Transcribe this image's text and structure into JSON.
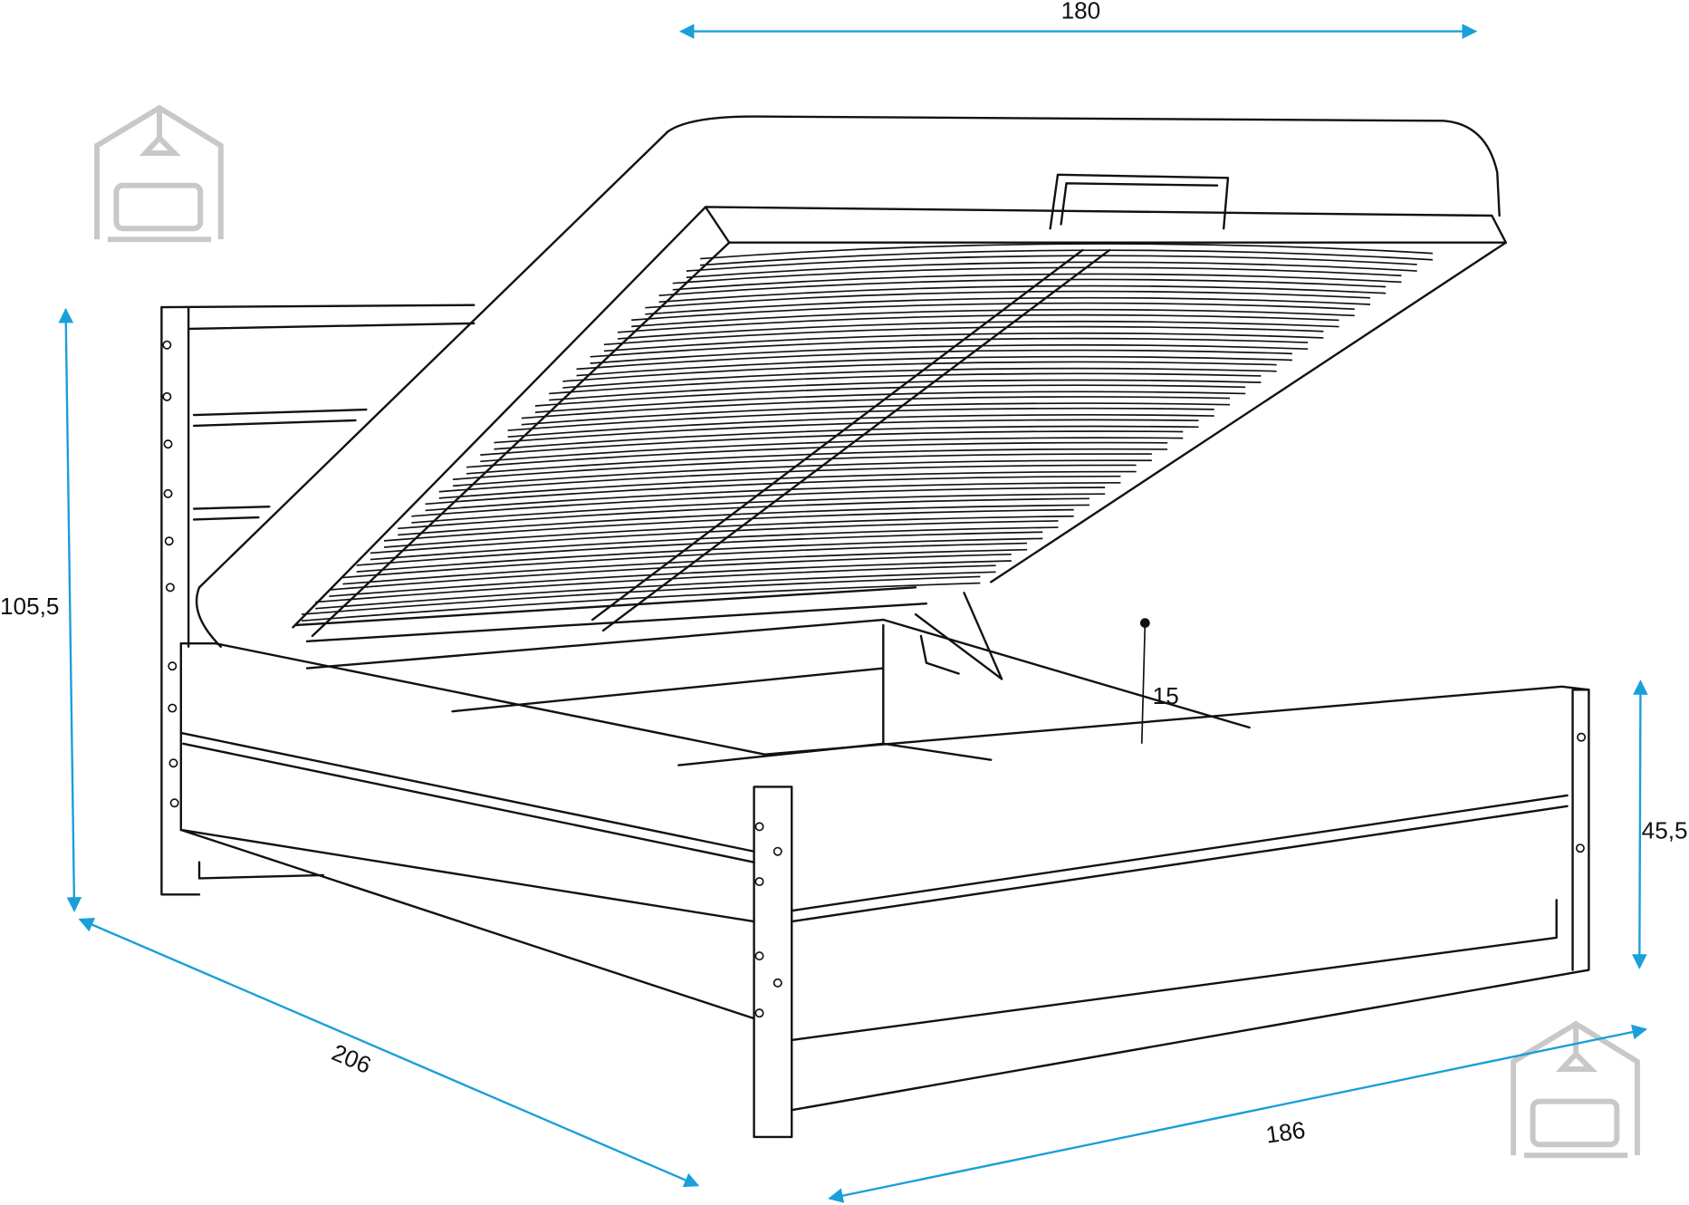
{
  "title": "Bed with lift-up storage – dimension drawing",
  "dimensions": {
    "width": "180",
    "height": "105,5",
    "length": "206",
    "side_length": "186",
    "side_height": "45,5",
    "storage_depth": "15"
  },
  "colors": {
    "dimension_line": "#1a9fd8",
    "drawing": "#111111",
    "logo": "#c8c8c8"
  },
  "icons": [
    "house-sofa-logo"
  ]
}
